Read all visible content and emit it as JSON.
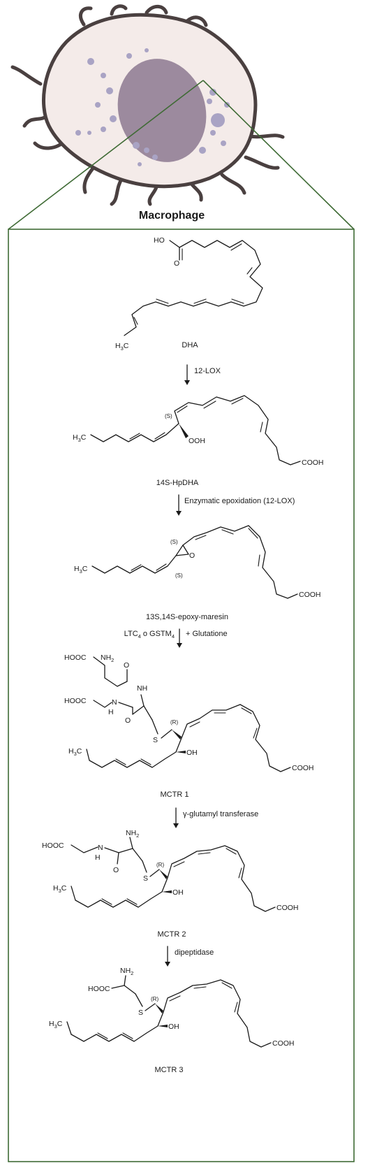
{
  "cell": {
    "label": "Macrophage"
  },
  "pathway": {
    "compounds": [
      {
        "id": "dha",
        "name": "DHA"
      },
      {
        "id": "hpdha",
        "name": "14S-HpDHA"
      },
      {
        "id": "epoxy",
        "name": "13S,14S-epoxy-maresin"
      },
      {
        "id": "mctr1",
        "name": "MCTR 1"
      },
      {
        "id": "mctr2",
        "name": "MCTR 2"
      },
      {
        "id": "mctr3",
        "name": "MCTR 3"
      }
    ],
    "steps": [
      {
        "enzyme": "12-LOX"
      },
      {
        "enzyme": "Enzymatic epoxidation (12-LOX)"
      },
      {
        "left_main": "LTC",
        "left_sub1": "4",
        "left_mid": " o GSTM",
        "left_sub2": "4",
        "enzyme": "+ Glutatione"
      },
      {
        "enzyme": "γ-glutamyl transferase"
      },
      {
        "enzyme": "dipeptidase"
      }
    ]
  },
  "groups": {
    "ho": "HO",
    "o": "O",
    "h3c": "H",
    "h3c_sub": "3",
    "h3c_c": "C",
    "ooh": "OOH",
    "cooh": "COOH",
    "oh": "OH",
    "s_config": "(S)",
    "r_config": "(R)",
    "hooc": "HOOC",
    "nh2": "NH",
    "nh2_sub": "2",
    "nh": "NH",
    "n": "N",
    "h": "H",
    "s": "S"
  },
  "colors": {
    "frame": "#3f6b35",
    "cell_fill": "#f4ebe9",
    "cell_outline": "#4a4040",
    "nucleus": "#9c8a9e",
    "vesicle": "#a9a3c4"
  }
}
